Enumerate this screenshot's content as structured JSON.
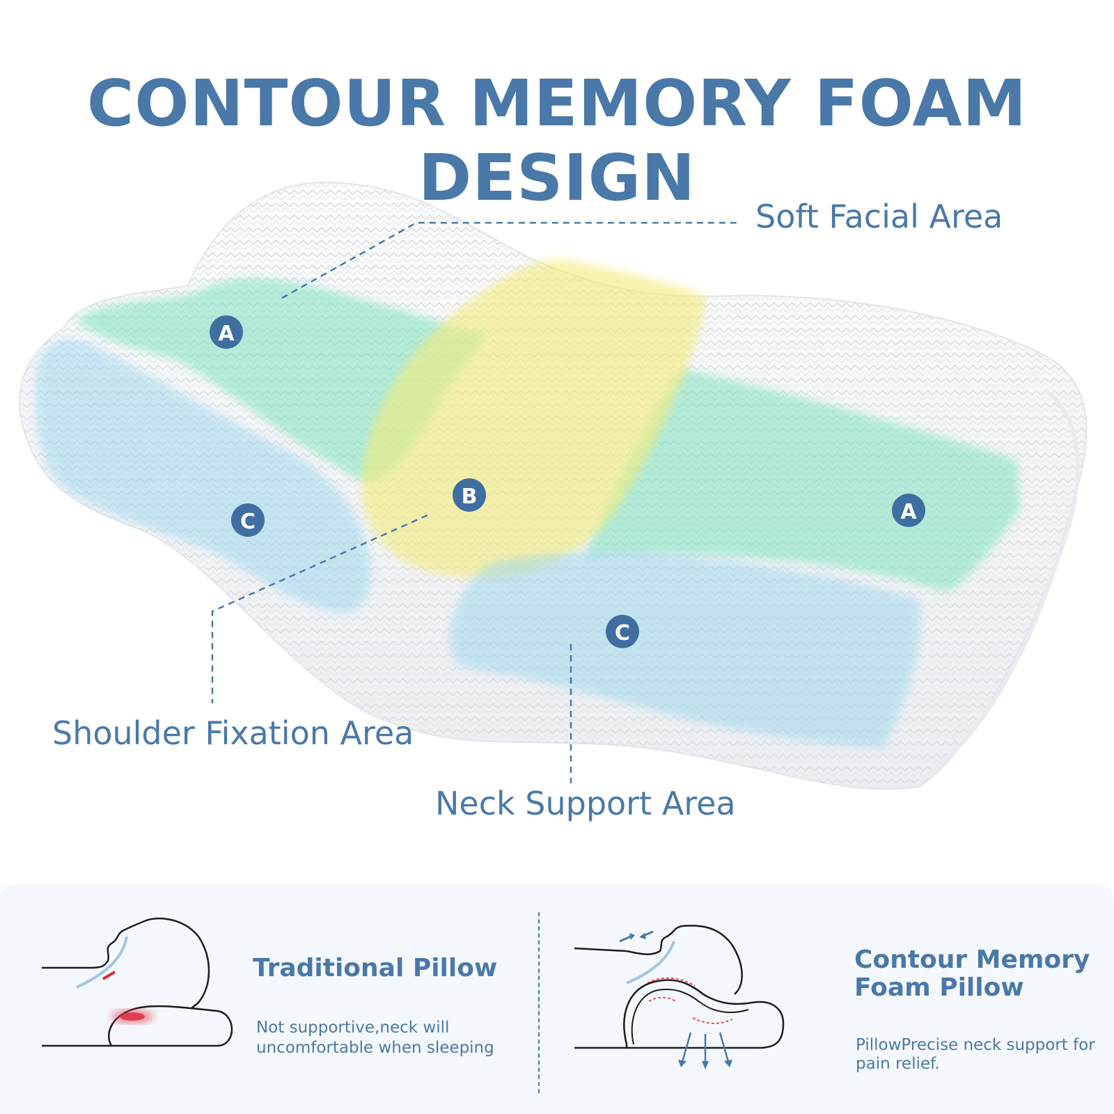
{
  "title": "CONTOUR MEMORY FOAM DESIGN",
  "areas": {
    "soft_facial": "Soft Facial Area",
    "shoulder": "Shoulder Fixation Area",
    "neck": "Neck Support Area"
  },
  "markers": {
    "a_left": "A",
    "a_right": "A",
    "b": "B",
    "c_left": "C",
    "c_right": "C"
  },
  "comparison": {
    "traditional": {
      "title": "Traditional Pillow",
      "desc_line1": "Not supportive,neck will",
      "desc_line2": "uncomfortable when sleeping"
    },
    "contour": {
      "title_line1": "Contour Memory",
      "title_line2": "Foam Pillow",
      "desc_line1": "PillowPrecise neck support for",
      "desc_line2": "pain relief."
    }
  },
  "colors": {
    "accent": "#4a78a8",
    "zone_a": "#7fe3c0",
    "zone_b": "#f3ec7a",
    "zone_c": "#9ad6ee",
    "pain": "#e0283a"
  }
}
